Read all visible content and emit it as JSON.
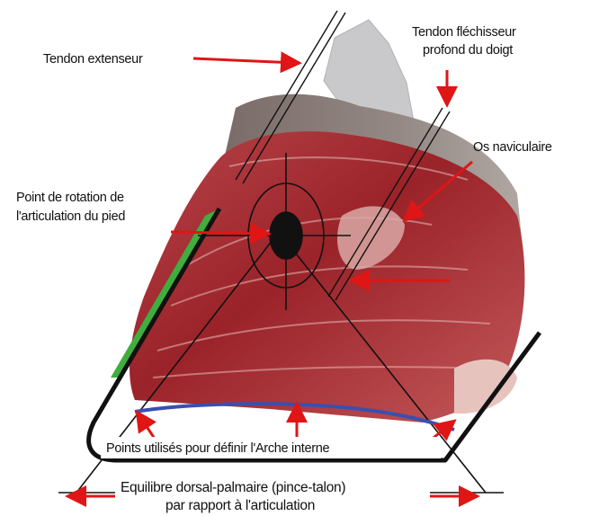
{
  "colors": {
    "arrow": "#e01515",
    "outline": "#111111",
    "hoof_wall_green": "#3fae3f",
    "arch_line": "#3a4fb0",
    "tissue_dark": "#8a1e24",
    "tissue_light": "#d9a8a5",
    "bone_gray": "#c9c9cb"
  },
  "labels": {
    "extensor_tendon": "Tendon extenseur",
    "flexor_tendon_line1": "Tendon fléchisseur",
    "flexor_tendon_line2": "profond du doigt",
    "navicular_bone": "Os naviculaire",
    "rotation_point_line1": "Point de rotation de",
    "rotation_point_line2": "l'articulation du pied",
    "arch_points": "Points utilisés pour définir l'Arche interne",
    "balance_line1": "Equilibre dorsal-palmaire (pince-talon)",
    "balance_line2": "par rapport à l'articulation"
  }
}
